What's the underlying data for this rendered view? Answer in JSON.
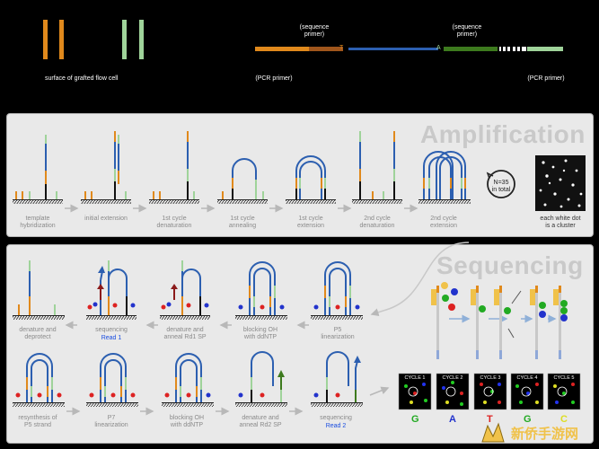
{
  "top": {
    "surface_label": "surface of grafted flow cell",
    "seq_primer_left": "(sequence\nprimer)",
    "seq_primer_right": "(sequence\nprimer)",
    "pcr_primer_left": "(PCR primer)",
    "pcr_primer_right": "(PCR primer)",
    "letter_t": "T",
    "letter_a": "A"
  },
  "amplification": {
    "title": "Amplification",
    "steps": [
      "template\nhybridization",
      "initial extension",
      "1st cycle\ndenaturation",
      "1st cycle\nannealing",
      "1st cycle\nextension",
      "2nd cycle\ndenaturation",
      "2nd cycle\nextension"
    ],
    "cycle_note": "N=35\nin total",
    "cluster_note": "each white dot\nis a cluster"
  },
  "sequencing": {
    "title": "Sequencing",
    "row1": [
      "denature and\ndeprotect",
      "sequencing",
      "denature and\nanneal Rd1 SP",
      "blocking OH\nwith ddNTP",
      "P5\nlinearization"
    ],
    "row1_read": "Read 1",
    "row2": [
      "resynthesis of\nP5 strand",
      "P7\nlinearization",
      "blocking OH\nwith ddNTP",
      "denature and\nanneal Rd2 SP",
      "sequencing"
    ],
    "row2_read": "Read 2",
    "cycles": [
      "CYCLE 1",
      "CYCLE 2",
      "CYCLE 3",
      "CYCLE 4",
      "CYCLE 5"
    ],
    "bases": [
      "G",
      "A",
      "T",
      "G",
      "C"
    ],
    "base_colors": [
      "#22aa22",
      "#2233cc",
      "#dd2222",
      "#22aa22",
      "#dddd22"
    ]
  },
  "watermark": {
    "text": "新侨手游网"
  },
  "colors": {
    "orange": "#e0891c",
    "green": "#9fd39a",
    "blue": "#2c5fb0",
    "darkgreen": "#3d7a1e",
    "black": "#111111"
  }
}
